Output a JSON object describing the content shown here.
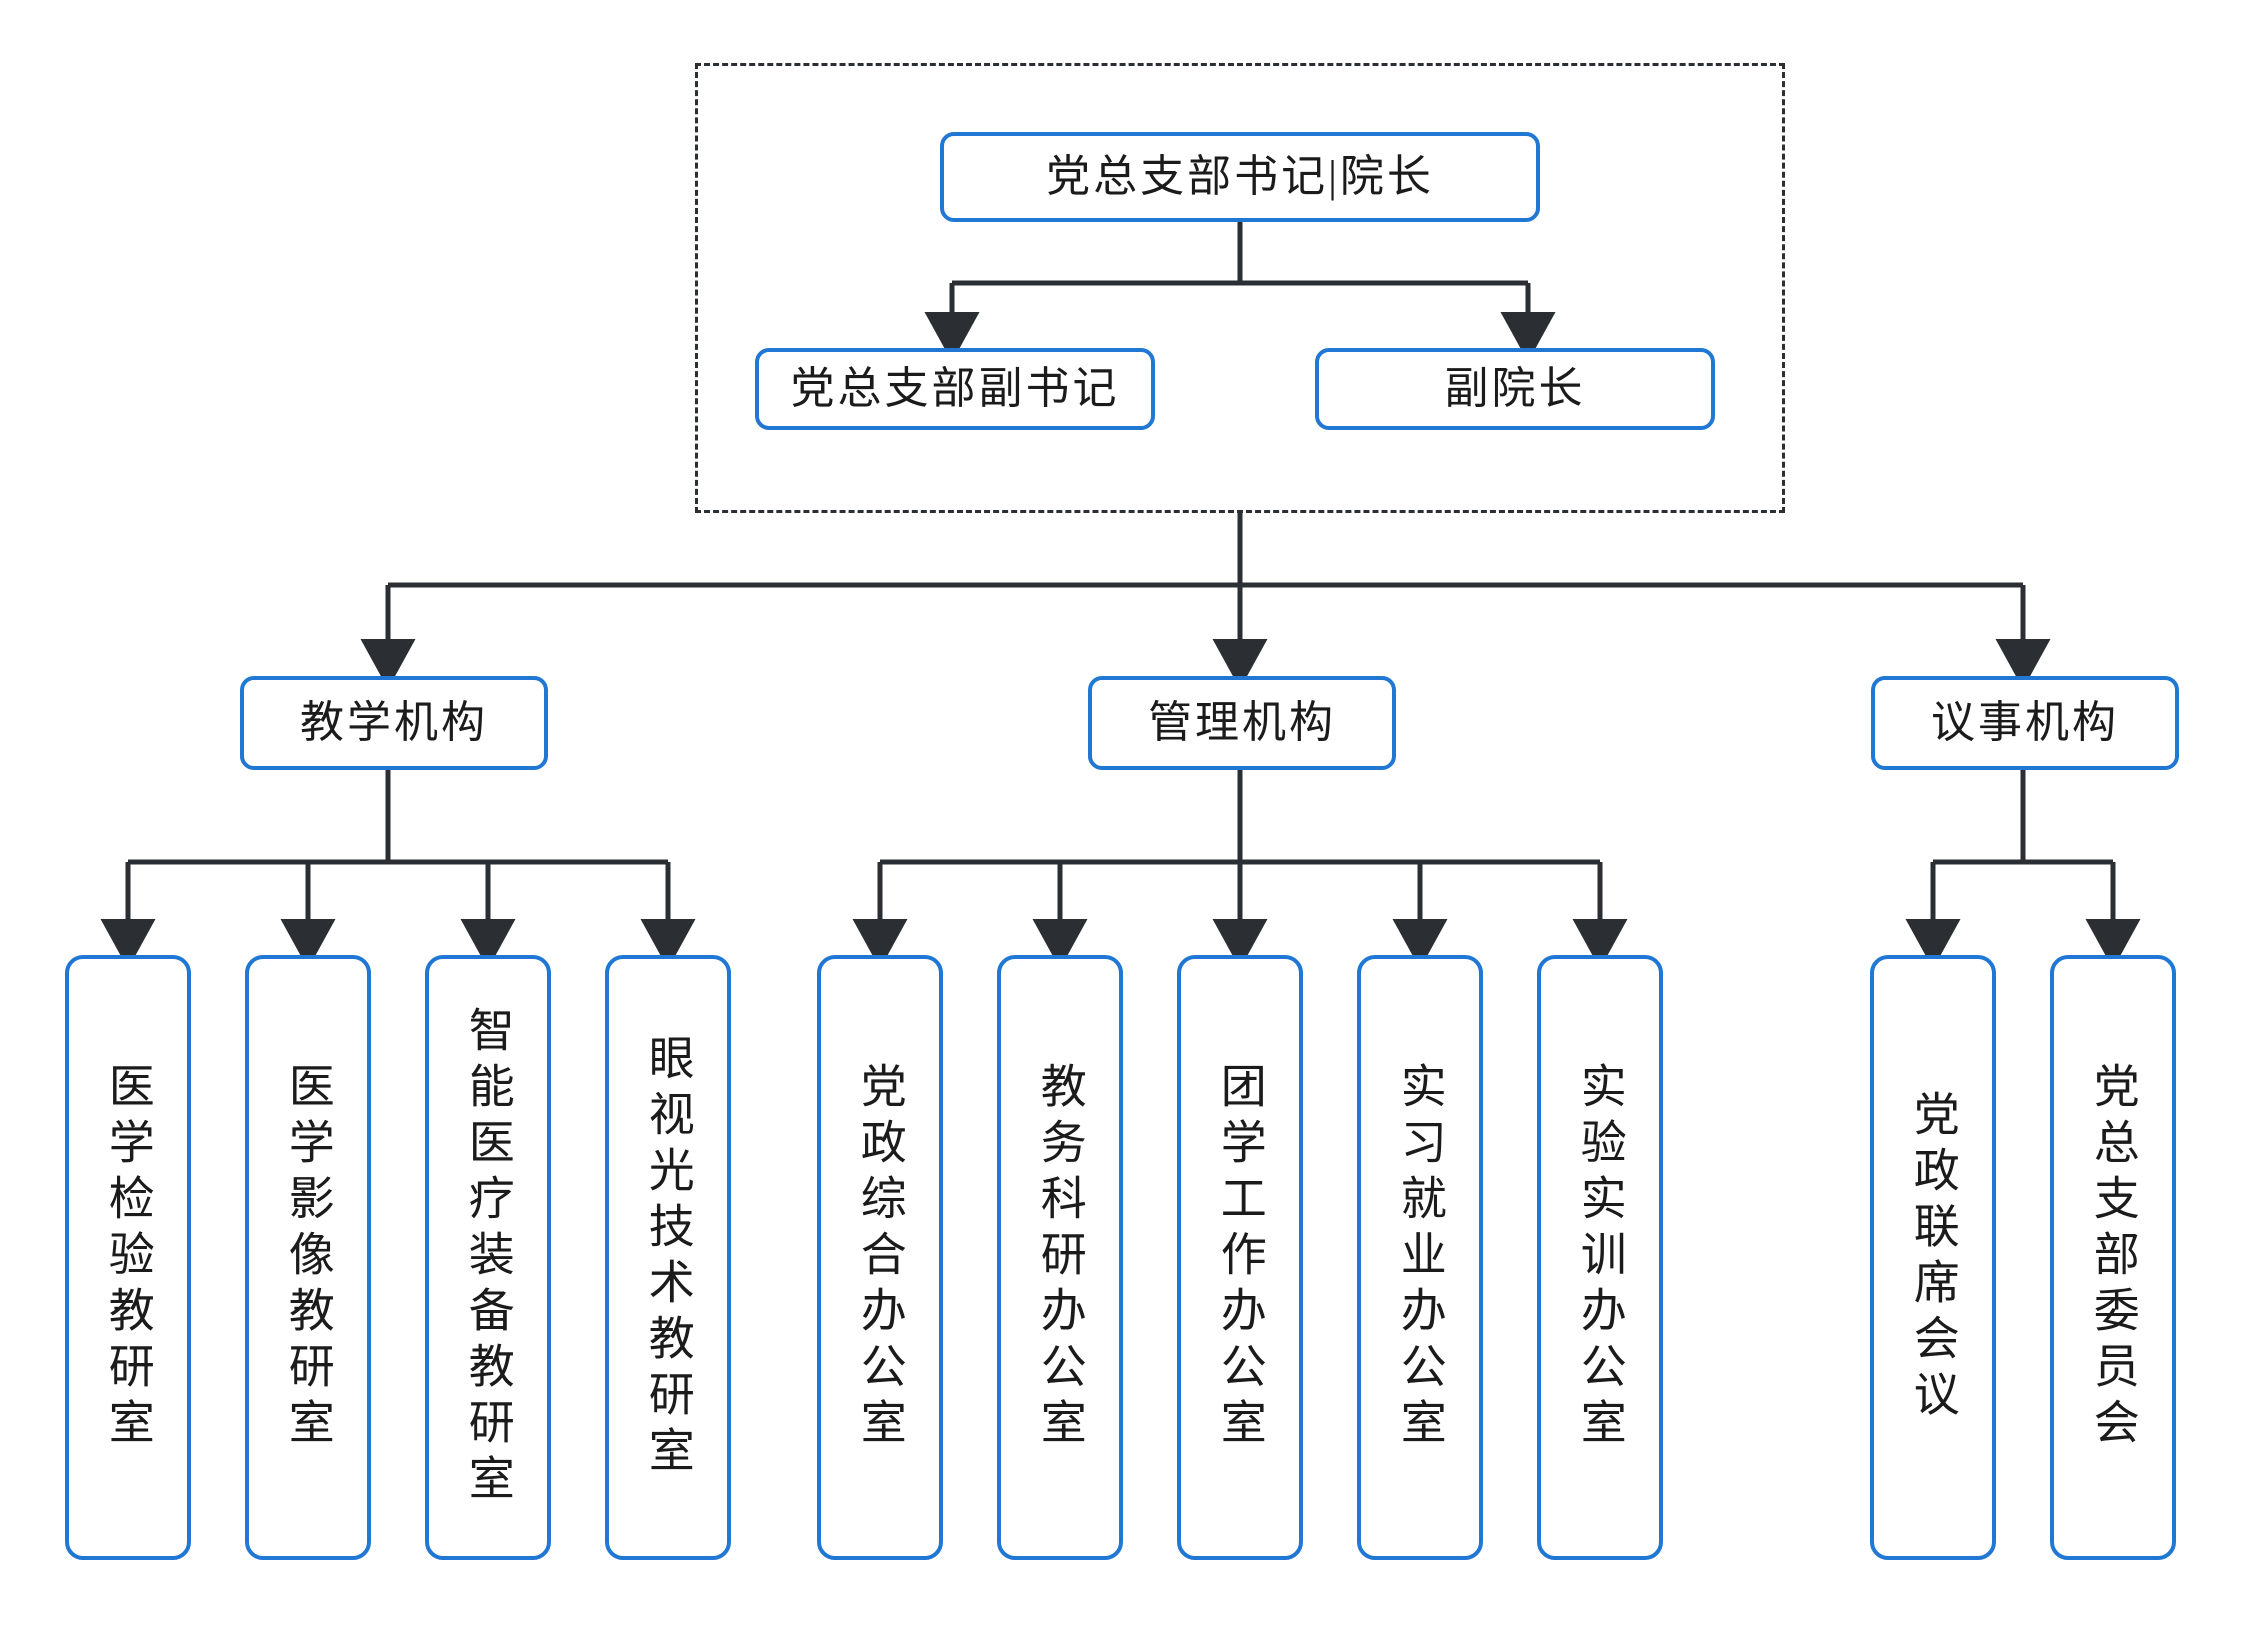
{
  "diagram": {
    "title_node": {
      "label": "党总支部书记|院长"
    },
    "leadership_group": {
      "frame_name": "leadership-dashed-frame",
      "members": [
        {
          "label": "党总支部副书记"
        },
        {
          "label": "副院长"
        }
      ]
    },
    "branches": [
      {
        "label": "教学机构",
        "children": [
          {
            "label": "医学检验教研室"
          },
          {
            "label": "医学影像教研室"
          },
          {
            "label": "智能医疗装备教研室"
          },
          {
            "label": "眼视光技术教研室"
          }
        ]
      },
      {
        "label": "管理机构",
        "children": [
          {
            "label": "党政综合办公室"
          },
          {
            "label": "教务科研办公室"
          },
          {
            "label": "团学工作办公室"
          },
          {
            "label": "实习就业办公室"
          },
          {
            "label": "实验实训办公室"
          }
        ]
      },
      {
        "label": "议事机构",
        "children": [
          {
            "label": "党政联席会议"
          },
          {
            "label": "党总支部委员会"
          }
        ]
      }
    ],
    "colors": {
      "node_border": "#2077d4",
      "connector": "#2b2f33",
      "frame_border": "#2b2f33",
      "background": "#ffffff",
      "text": "#1b1b1b"
    }
  }
}
